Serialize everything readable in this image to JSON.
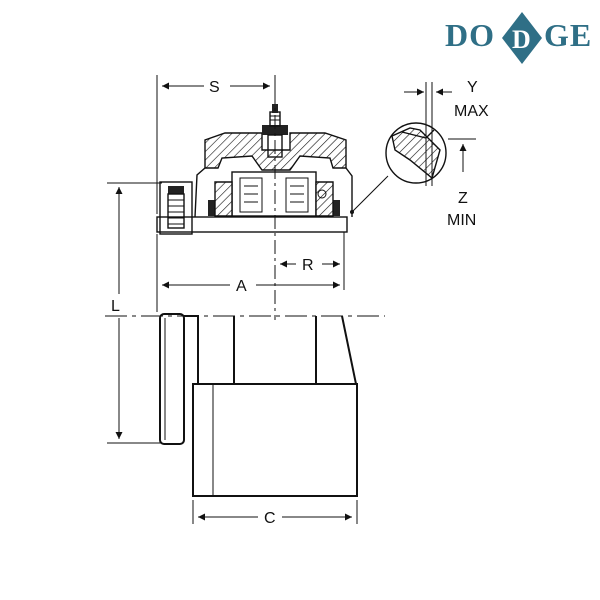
{
  "logo": {
    "text_pre": "DO",
    "text_diamond": "D",
    "text_post": "GE",
    "color": "#2f6f86"
  },
  "labels": {
    "s": "S",
    "y": "Y",
    "y_max": "MAX",
    "z": "Z",
    "z_min": "MIN",
    "r": "R",
    "a": "A",
    "l": "L",
    "c": "C"
  }
}
